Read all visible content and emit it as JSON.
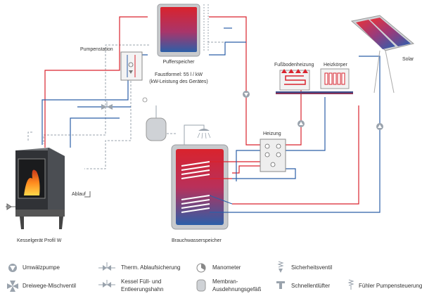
{
  "labels": {
    "pufferspeicher": "Pufferspeicher",
    "faustformel": "Faustformel: 55 l / kW",
    "kw_leistung": "(kW-Leistung des Gerätes)",
    "pumpenstation": "Pumpenstation",
    "fussbodenheizung": "Fußbodenheizung",
    "heizkoerper": "Heizkörper",
    "solar": "Solar",
    "heizung": "Heizung",
    "ablauf": "Ablauf",
    "kesselgeraet": "Kesselgerät Profil W",
    "brauchwasserspeicher": "Brauchwasserspeicher"
  },
  "legend": {
    "umwaelzpumpe": "Umwälzpumpe",
    "dreiwege": "Dreiwege-Mischventil",
    "therm_ablauf": "Therm. Ablaufsicherung",
    "kessel_fuell_1": "Kessel Füll- und",
    "kessel_fuell_2": "Entleerungshahn",
    "manometer": "Manometer",
    "membran_1": "Membran-",
    "membran_2": "Ausdehnungsgefäß",
    "sicherheitsventil": "Sicherheitsventil",
    "schnellentluefter": "Schnellentlüfter",
    "fuehler": "Fühler Pumpensteuerung"
  },
  "colors": {
    "hot": "#d9232d",
    "cold": "#2c5fa8",
    "dashed": "#9aa3ad",
    "tank": "#c9ccd0"
  },
  "icons": [
    "pump-icon",
    "three-way-valve-icon",
    "thermal-valve-icon",
    "fill-drain-tap-icon",
    "manometer-icon",
    "expansion-vessel-icon",
    "safety-valve-icon",
    "quick-vent-icon",
    "sensor-icon",
    "stove-icon",
    "solar-panel-icon",
    "shower-icon"
  ]
}
